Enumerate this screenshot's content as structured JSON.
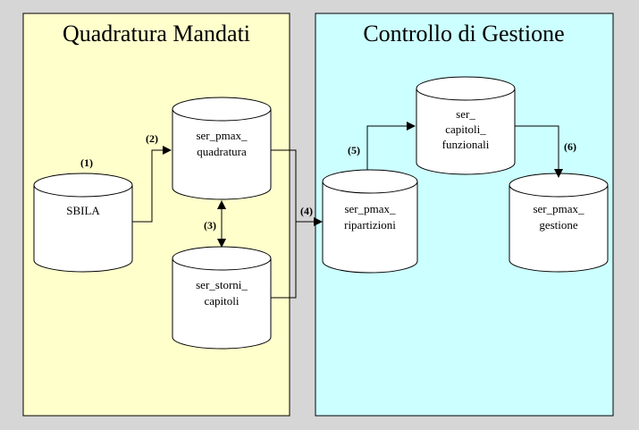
{
  "panels": {
    "left": {
      "title": "Quadratura Mandati",
      "color": "#ffffcc"
    },
    "right": {
      "title": "Controllo di Gestione",
      "color": "#ccffff"
    }
  },
  "databases": {
    "sbila": [
      "SBILA"
    ],
    "pmax_quadratura": [
      "ser_pmax_",
      "quadratura"
    ],
    "storni_capitoli": [
      "ser_storni_",
      "capitoli"
    ],
    "pmax_ripartizioni": [
      "ser_pmax_",
      "ripartizioni"
    ],
    "capitoli_funzionali": [
      "ser_",
      "capitoli_",
      "funzionali"
    ],
    "pmax_gestione": [
      "ser_pmax_",
      "gestione"
    ]
  },
  "steps": {
    "s1": "(1)",
    "s2": "(2)",
    "s3": "(3)",
    "s4": "(4)",
    "s5": "(5)",
    "s6": "(6)"
  },
  "colors": {
    "background": "#d6d6d6",
    "cylinder_fill": "#ffffff",
    "line": "#000000"
  }
}
